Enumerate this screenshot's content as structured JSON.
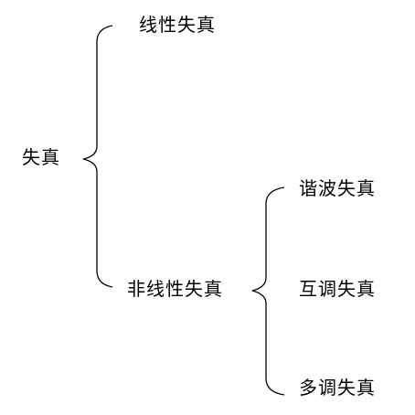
{
  "tree": {
    "root": "失真",
    "level1": {
      "linear": "线性失真",
      "nonlinear": "非线性失真"
    },
    "level2": {
      "harmonic": "谐波失真",
      "intermodulation": "互调失真",
      "multitone": "多调失真"
    }
  },
  "colors": {
    "text": "#000000",
    "line": "#000000",
    "background": "#ffffff"
  }
}
